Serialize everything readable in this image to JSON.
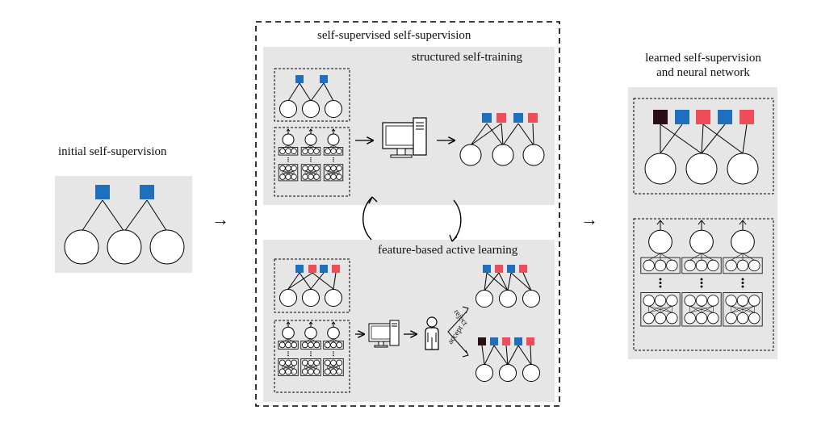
{
  "diagram": {
    "initial_label": "initial self-supervision",
    "middle_title": "self-supervised self-supervision",
    "structured_label": "structured self-training",
    "active_label": "feature-based active learning",
    "reject_label": "reject",
    "accept_label": "accept",
    "learned_label_line1": "learned self-supervision",
    "learned_label_line2": "and neural network",
    "arrow_glyph": "→"
  },
  "colors": {
    "panel_bg": "#e6e6e6",
    "blue": "#1f6fbf",
    "red": "#ef4d5a",
    "dark": "#2b0d14",
    "stroke": "#000000"
  }
}
